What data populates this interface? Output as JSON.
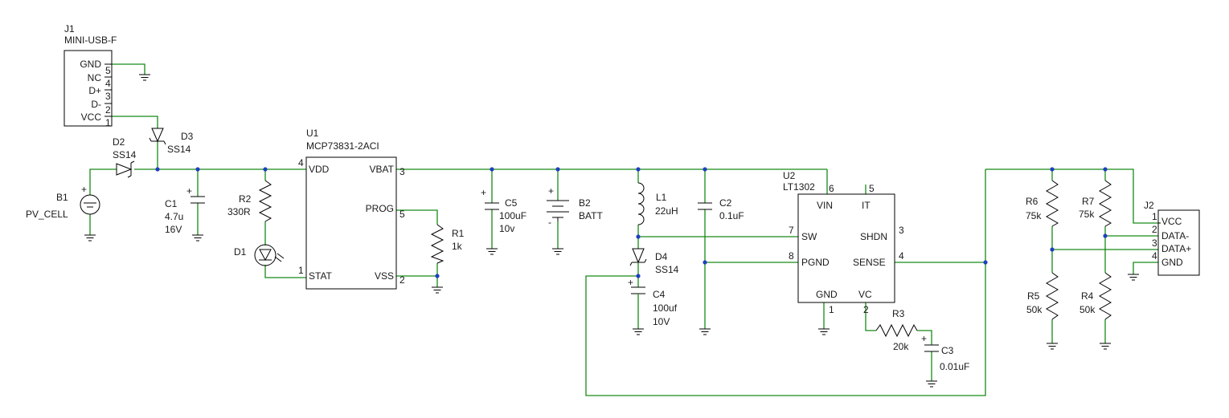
{
  "j1": {
    "ref": "J1",
    "part": "MINI-USB-F",
    "pins": [
      {
        "name": "GND",
        "num": "5"
      },
      {
        "name": "NC",
        "num": "4"
      },
      {
        "name": "D+",
        "num": "3"
      },
      {
        "name": "D-",
        "num": "2"
      },
      {
        "name": "VCC",
        "num": "1"
      }
    ]
  },
  "b1": {
    "ref": "B1",
    "value": "PV_CELL"
  },
  "d2": {
    "ref": "D2",
    "value": "SS14"
  },
  "d3": {
    "ref": "D3",
    "value": "SS14"
  },
  "c1": {
    "ref": "C1",
    "value": "4.7u",
    "rating": "16V"
  },
  "r2": {
    "ref": "R2",
    "value": "330R"
  },
  "d1": {
    "ref": "D1"
  },
  "u1": {
    "ref": "U1",
    "part": "MCP73831-2ACI",
    "pins": {
      "vdd": "VDD",
      "vdd_num": "4",
      "stat": "STAT",
      "stat_num": "1",
      "vbat": "VBAT",
      "vbat_num": "3",
      "prog": "PROG",
      "prog_num": "5",
      "vss": "VSS",
      "vss_num": "2"
    }
  },
  "r1": {
    "ref": "R1",
    "value": "1k"
  },
  "c5": {
    "ref": "C5",
    "value": "100uF",
    "rating": "10v"
  },
  "b2": {
    "ref": "B2",
    "value": "BATT"
  },
  "l1": {
    "ref": "L1",
    "value": "22uH"
  },
  "d4": {
    "ref": "D4",
    "value": "SS14"
  },
  "c4": {
    "ref": "C4",
    "value": "100uf",
    "rating": "10V"
  },
  "c2": {
    "ref": "C2",
    "value": "0.1uF"
  },
  "u2": {
    "ref": "U2",
    "part": "LT1302",
    "pins": {
      "vin": "VIN",
      "vin_num": "6",
      "it": "IT",
      "it_num": "5",
      "sw": "SW",
      "sw_num": "7",
      "shdn": "SHDN",
      "shdn_num": "3",
      "pgnd": "PGND",
      "pgnd_num": "8",
      "sense": "SENSE",
      "sense_num": "4",
      "gnd": "GND",
      "gnd_num": "1",
      "vc": "VC",
      "vc_num": "2"
    }
  },
  "r3": {
    "ref": "R3",
    "value": "20k"
  },
  "c3": {
    "ref": "C3",
    "value": "0.01uF"
  },
  "r6": {
    "ref": "R6",
    "value": "75k"
  },
  "r7": {
    "ref": "R7",
    "value": "75k"
  },
  "r5": {
    "ref": "R5",
    "value": "50k"
  },
  "r4": {
    "ref": "R4",
    "value": "50k"
  },
  "j2": {
    "ref": "J2",
    "pins": [
      {
        "name": "VCC",
        "num": "1"
      },
      {
        "name": "DATA-",
        "num": "2"
      },
      {
        "name": "DATA+",
        "num": "3"
      },
      {
        "name": "GND",
        "num": "4"
      }
    ]
  },
  "polarity": {
    "plus": "+",
    "minus": "-"
  },
  "colors": {
    "wire": "#178a17",
    "junction": "#1f3fbf",
    "body": "#000000",
    "text": "#1a1a1a"
  }
}
